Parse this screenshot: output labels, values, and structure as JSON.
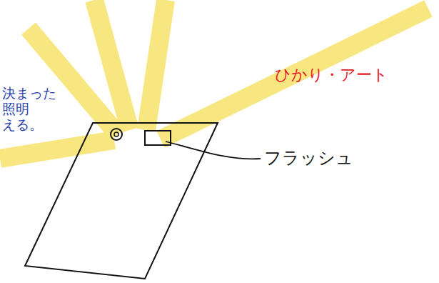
{
  "diagram": {
    "labels": [
      "ひかり・アート",
      "フラッシュ",
      "決まった 照明 える。"
    ]
  }
}
